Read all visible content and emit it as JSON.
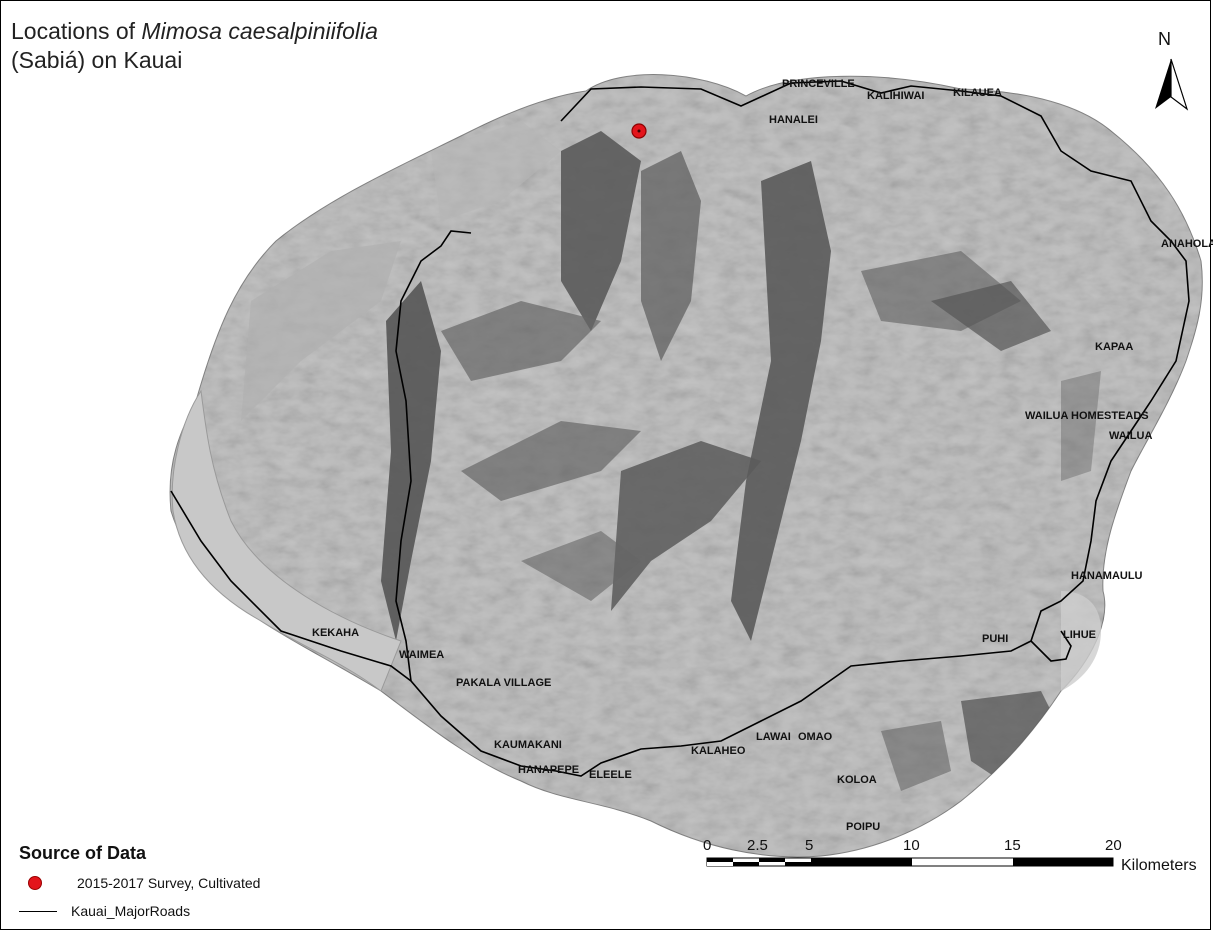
{
  "title": {
    "prefix": "Locations of ",
    "species": "Mimosa caesalpiniifolia",
    "line2": "(Sabiá) on Kauai"
  },
  "north_label": "N",
  "places": [
    {
      "name": "PRINCEVILLE"
    },
    {
      "name": "KALIHIWAI"
    },
    {
      "name": "HANALEI"
    },
    {
      "name": "KILAUEA"
    },
    {
      "name": "ANAHOLA"
    },
    {
      "name": "KAPAA"
    },
    {
      "name": "WAILUA HOMESTEADS"
    },
    {
      "name": "WAILUA"
    },
    {
      "name": "HANAMAULU"
    },
    {
      "name": "LIHUE"
    },
    {
      "name": "PUHI"
    },
    {
      "name": "KEKAHA"
    },
    {
      "name": "WAIMEA"
    },
    {
      "name": "PAKALA VILLAGE"
    },
    {
      "name": "KAUMAKANI"
    },
    {
      "name": "HANAPEPE"
    },
    {
      "name": "ELEELE"
    },
    {
      "name": "KALAHEO"
    },
    {
      "name": "LAWAI"
    },
    {
      "name": "OMAO"
    },
    {
      "name": "KOLOA"
    },
    {
      "name": "POIPU"
    }
  ],
  "legend": {
    "title": "Source of Data",
    "survey_label": "2015-2017 Survey, Cultivated",
    "roads_label": "Kauai_MajorRoads"
  },
  "scale_bar": {
    "ticks": [
      "0",
      "2.5",
      "5",
      "10",
      "15",
      "20"
    ],
    "unit": "Kilometers"
  },
  "colors": {
    "survey_point": "#e3141b",
    "terrain_light": "#c4c4c4",
    "terrain_dark": "#5a5a5a"
  }
}
